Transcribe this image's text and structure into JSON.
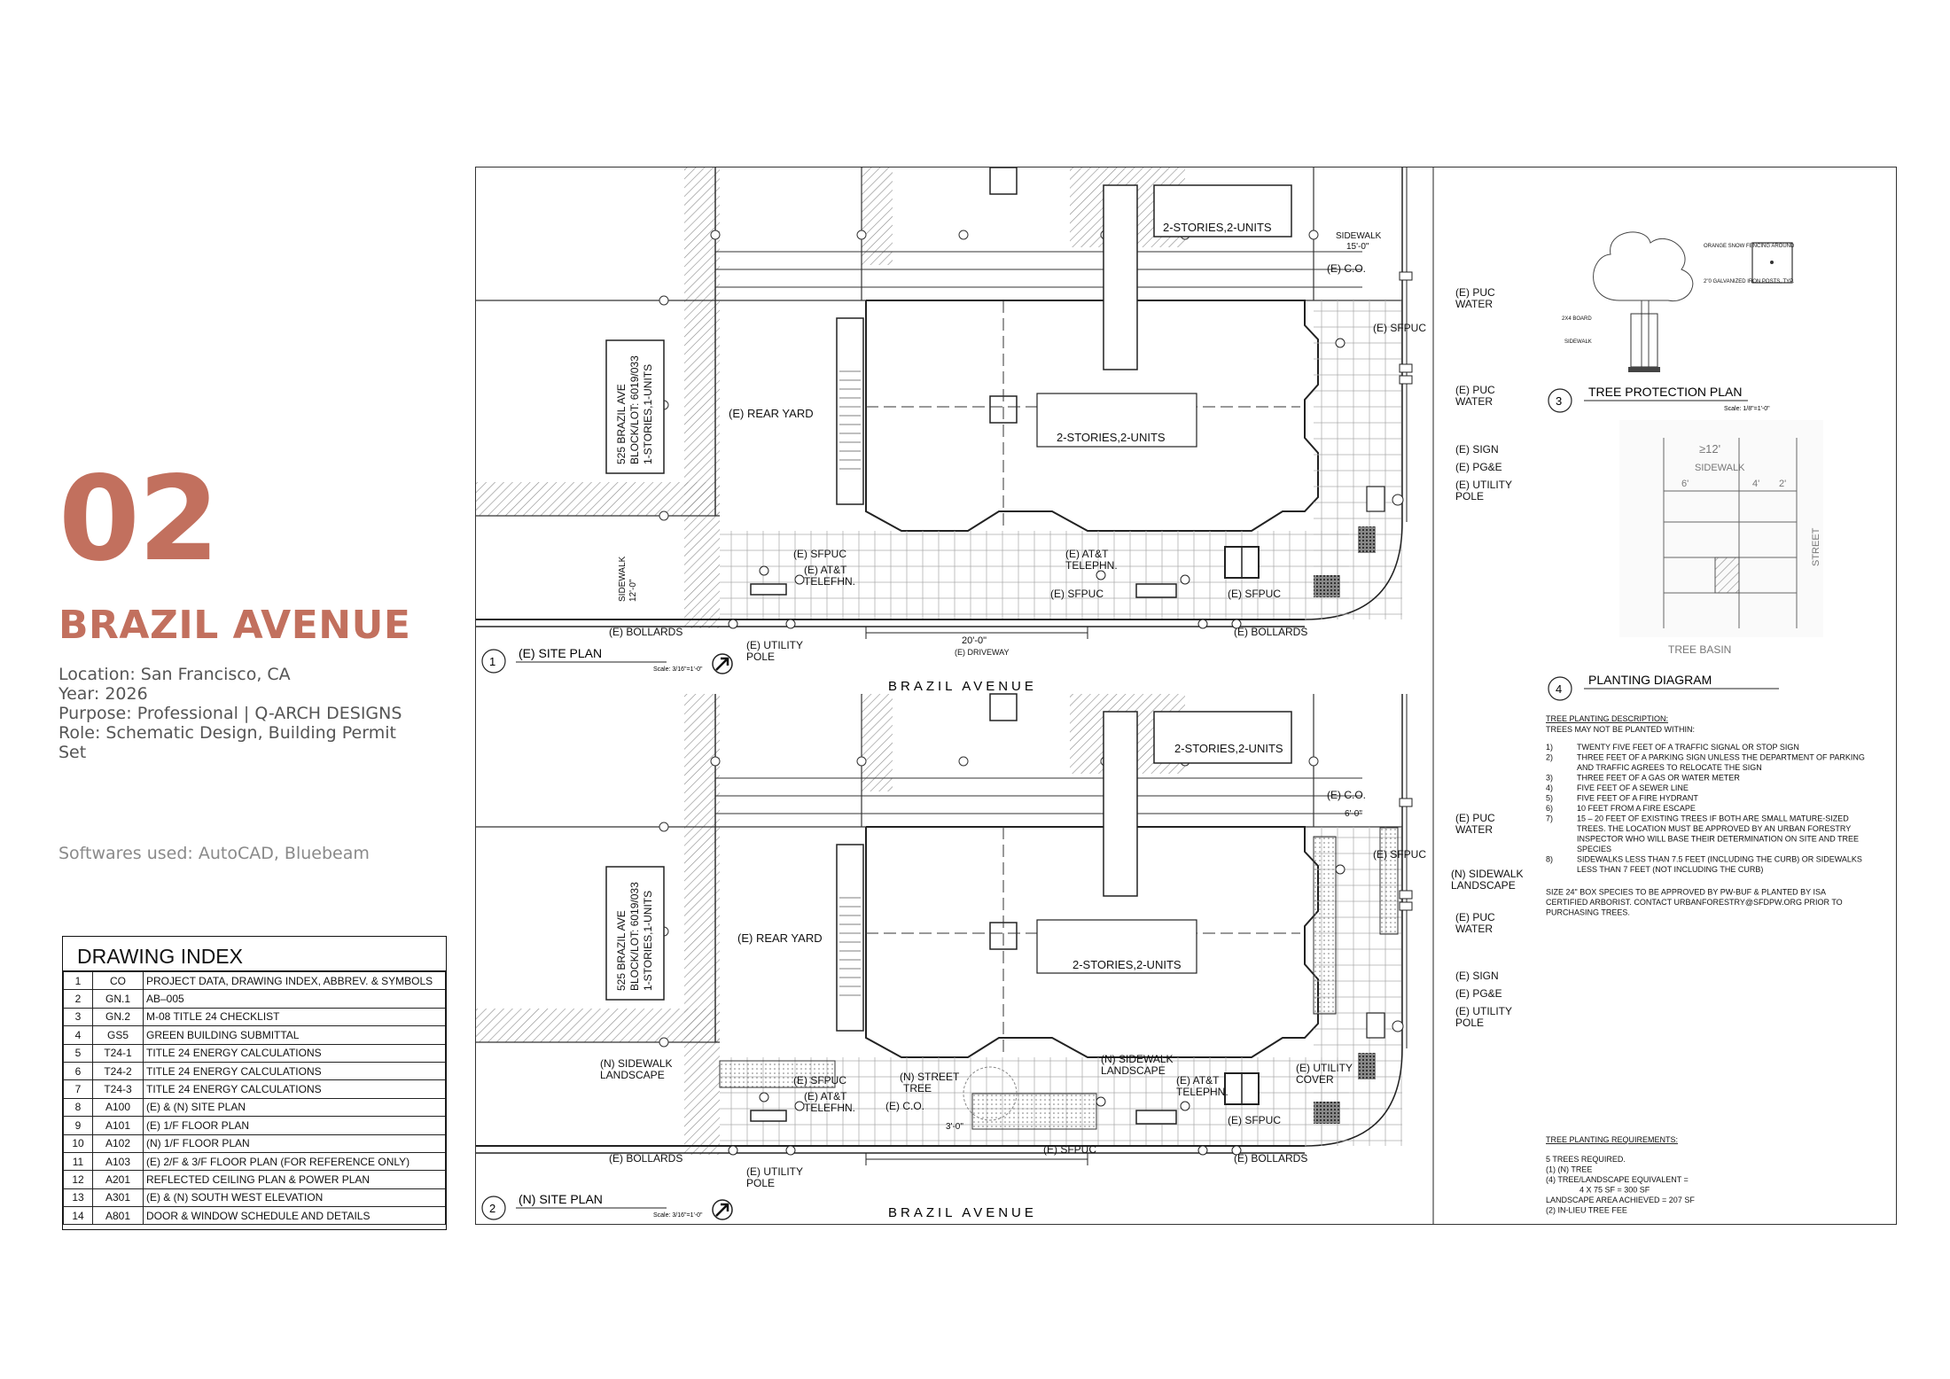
{
  "project": {
    "number": "02",
    "title": "BRAZIL AVENUE",
    "location": "Location: San Francisco, CA",
    "year": "Year: 2026",
    "purpose": "Purpose: Professional | Q-ARCH DESIGNS",
    "role": "Role: Schematic Design, Building Permit Set",
    "software": "Softwares used: AutoCAD, Bluebeam"
  },
  "drawing_index": {
    "title": "DRAWING INDEX",
    "rows": [
      {
        "n": "1",
        "code": "CO",
        "desc": "PROJECT DATA, DRAWING INDEX, ABBREV. & SYMBOLS"
      },
      {
        "n": "2",
        "code": "GN.1",
        "desc": "AB–005"
      },
      {
        "n": "3",
        "code": "GN.2",
        "desc": "M-08 TITLE 24 CHECKLIST"
      },
      {
        "n": "4",
        "code": "GS5",
        "desc": "GREEN BUILDING SUBMITTAL"
      },
      {
        "n": "5",
        "code": "T24-1",
        "desc": "TITLE 24 ENERGY CALCULATIONS"
      },
      {
        "n": "6",
        "code": "T24-2",
        "desc": "TITLE 24 ENERGY CALCULATIONS"
      },
      {
        "n": "7",
        "code": "T24-3",
        "desc": "TITLE 24 ENERGY CALCULATIONS"
      },
      {
        "n": "8",
        "code": "A100",
        "desc": "(E) & (N) SITE PLAN"
      },
      {
        "n": "9",
        "code": "A101",
        "desc": "(E) 1/F FLOOR PLAN"
      },
      {
        "n": "10",
        "code": "A102",
        "desc": "(N) 1/F FLOOR PLAN"
      },
      {
        "n": "11",
        "code": "A103",
        "desc": "(E) 2/F & 3/F FLOOR PLAN (FOR REFERENCE ONLY)"
      },
      {
        "n": "12",
        "code": "A201",
        "desc": "REFLECTED CEILING PLAN & POWER PLAN"
      },
      {
        "n": "13",
        "code": "A301",
        "desc": "(E) & (N) SOUTH WEST ELEVATION"
      },
      {
        "n": "14",
        "code": "A801",
        "desc": "DOOR & WINDOW SCHEDULE AND DETAILS"
      }
    ]
  },
  "plan1": {
    "num": "1",
    "title": "(E) SITE PLAN",
    "scale": "Scale: 3/16\"=1'-0\"",
    "street": "BRAZIL AVENUE",
    "lot_label": [
      "525 BRAZIL AVE",
      "BLOCK/LOT: 6019/033",
      "1-STORIES,1-UNITS"
    ],
    "labels": {
      "top_building": "2-STORIES,2-UNITS",
      "main_building": "2-STORIES,2-UNITS",
      "rear_yard": "(E) REAR YARD",
      "sidewalk_top": "SIDEWALK",
      "sidewalk_top_dim": "15'-0\"",
      "co": "(E) C.O.",
      "puc_water1": "(E) PUC",
      "puc_water1b": "WATER",
      "sfpuc_r": "(E) SFPUC",
      "puc_water2": "(E) PUC",
      "puc_water2b": "WATER",
      "sign": "(E) SIGN",
      "pge": "(E) PG&E",
      "utility_r": "(E) UTILITY",
      "utility_rb": "POLE",
      "sidewalk_left": "SIDEWALK",
      "sidewalk_left_dim": "12'-0\"",
      "sfpuc_l": "(E) SFPUC",
      "att_l": "(E) AT&T",
      "att_lb": "TELEFHN.",
      "att_c": "(E) AT&T",
      "att_cb": "TELEPHN.",
      "sfpuc_c": "(E) SFPUC",
      "sfpuc_c2": "(E) SFPUC",
      "bollards_l": "(E) BOLLARDS",
      "bollards_r": "(E) BOLLARDS",
      "utility_l": "(E) UTILITY",
      "utility_lb": "POLE",
      "driveway_dim": "20'-0\"",
      "driveway": "(E) DRIVEWAY"
    }
  },
  "plan2": {
    "num": "2",
    "title": "(N) SITE PLAN",
    "scale": "Scale: 3/16\"=1'-0\"",
    "street": "BRAZIL AVENUE",
    "lot_label": [
      "525 BRAZIL AVE",
      "BLOCK/LOT: 6019/033",
      "1-STORIES,1-UNITS"
    ],
    "labels": {
      "top_building": "2-STORIES,2-UNITS",
      "main_building": "2-STORIES,2-UNITS",
      "rear_yard": "(E) REAR YARD",
      "co": "(E) C.O.",
      "dim6": "6'-0\"",
      "puc_water1": "(E) PUC",
      "puc_water1b": "WATER",
      "sfpuc_r": "(E) SFPUC",
      "n_sidewalk_r": "(N) SIDEWALK",
      "n_sidewalk_rb": "LANDSCAPE",
      "puc_water2": "(E) PUC",
      "puc_water2b": "WATER",
      "sign": "(E) SIGN",
      "pge": "(E) PG&E",
      "utility_r": "(E) UTILITY",
      "utility_rb": "POLE",
      "n_sidewalk_l": "(N) SIDEWALK",
      "n_sidewalk_lb": "LANDSCAPE",
      "sfpuc_l": "(E) SFPUC",
      "att_l": "(E) AT&T",
      "att_lb": "TELEFHN.",
      "n_tree": "(N) STREET",
      "n_treeb": "TREE",
      "co2": "(E) C.O.",
      "n_sidewalk_c": "(N) SIDEWALK",
      "n_sidewalk_cb": "LANDSCAPE",
      "att_c": "(E) AT&T",
      "att_cb": "TELEPHN.",
      "utility_cover": "(E) UTILITY",
      "utility_coverb": "COVER",
      "sfpuc_c2": "(E) SFPUC",
      "sfpuc_c": "(E) SFPUC",
      "bollards_l": "(E) BOLLARDS",
      "bollards_r": "(E) BOLLARDS",
      "utility_l": "(E) UTILITY",
      "utility_lb": "POLE",
      "dim3": "3'-0\""
    }
  },
  "detail3": {
    "num": "3",
    "title": "TREE PROTECTION PLAN",
    "scale": "Scale: 1/8\"=1'-0\"",
    "notes": [
      "ORANGE SNOW FENCING AROUND",
      "2\"0 GALVANIZED IRON POSTS, TYP.",
      "2X4 BOARD",
      "SIDEWALK"
    ]
  },
  "detail4": {
    "num": "4",
    "title": "PLANTING DIAGRAM",
    "labels": {
      "sidewalk": "SIDEWALK",
      "dim12": "≥12'",
      "dim6": "6'",
      "dim4": "4'",
      "dim2": "2'",
      "street": "STREET",
      "basin": "TREE BASIN"
    }
  },
  "tree_notes": {
    "desc_title": "TREE PLANTING DESCRIPTION:",
    "desc_sub": "TREES MAY NOT BE PLANTED WITHIN:",
    "items": [
      {
        "n": "1)",
        "t": [
          "TWENTY FIVE FEET OF A TRAFFIC SIGNAL OR STOP SIGN"
        ]
      },
      {
        "n": "2)",
        "t": [
          "THREE FEET OF A PARKING SIGN UNLESS THE DEPARTMENT OF PARKING",
          "AND TRAFFIC AGREES TO RELOCATE THE SIGN"
        ]
      },
      {
        "n": "3)",
        "t": [
          "THREE FEET OF A GAS OR WATER METER"
        ]
      },
      {
        "n": "4)",
        "t": [
          "FIVE FEET OF A SEWER LINE"
        ]
      },
      {
        "n": "5)",
        "t": [
          "FIVE FEET OF A FIRE HYDRANT"
        ]
      },
      {
        "n": "6)",
        "t": [
          "10 FEET FROM A FIRE ESCAPE"
        ]
      },
      {
        "n": "7)",
        "t": [
          "15 – 20 FEET OF EXISTING TREES IF BOTH ARE SMALL MATURE-SIZED",
          "TREES. THE LOCATION MUST BE APPROVED BY AN URBAN FORESTRY",
          "INSPECTOR WHO WILL BASE THEIR DETERMINATION ON SITE AND TREE",
          "SPECIES"
        ]
      },
      {
        "n": "8)",
        "t": [
          "SIDEWALKS LESS THAN 7.5 FEET (INCLUDING THE CURB) OR SIDEWALKS",
          "LESS THAN 7 FEET (NOT INCLUDING THE CURB)"
        ]
      }
    ],
    "size_note": [
      "SIZE 24\" BOX SPECIES TO BE APPROVED BY PW-BUF & PLANTED BY ISA",
      "CERTIFIED ARBORIST. CONTACT URBANFORESTRY@SFDPW.ORG PRIOR TO",
      "PURCHASING TREES."
    ],
    "req_title": "TREE PLANTING REQUIREMENTS:",
    "req_lines": [
      "5 TREES REQUIRED.",
      "(1) (N) TREE",
      "(4) TREE/LANDSCAPE EQUIVALENT =",
      "4 X 75 SF = 300 SF",
      "LANDSCAPE AREA ACHIEVED = 207 SF",
      "(2) IN-LIEU TREE FEE"
    ]
  },
  "colors": {
    "accent": "#c2705e",
    "line": "#222222",
    "grid": "#9a9a9a"
  }
}
